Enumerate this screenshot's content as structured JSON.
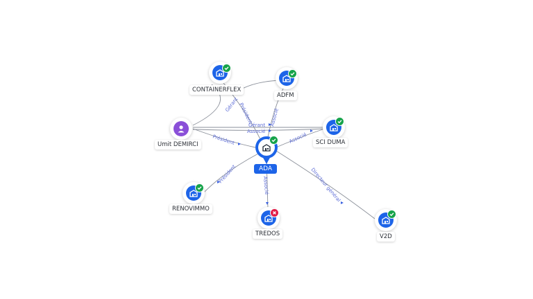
{
  "center": {
    "label": "ADA",
    "icon": "building-icon",
    "status": "active"
  },
  "nodes": [
    {
      "id": "containerflex",
      "label": "CONTAINERFLEX",
      "icon": "building-icon",
      "status": "active"
    },
    {
      "id": "adfm",
      "label": "ADFM",
      "icon": "building-icon",
      "status": "active"
    },
    {
      "id": "umit",
      "label": "Umit DEMIRCI",
      "icon": "person-icon",
      "status": ""
    },
    {
      "id": "sciduma",
      "label": "SCI DUMA",
      "icon": "building-icon",
      "status": "active"
    },
    {
      "id": "renovimmo",
      "label": "RENOVIMMO",
      "icon": "building-icon",
      "status": "active"
    },
    {
      "id": "tredos",
      "label": "TREDOS",
      "icon": "building-icon",
      "status": "closed"
    },
    {
      "id": "v2d",
      "label": "V2D",
      "icon": "building-icon",
      "status": "active"
    }
  ],
  "edges": [
    {
      "id": "umit-containerflex",
      "label": "Gérant"
    },
    {
      "id": "umit-ada-1",
      "label": "Président"
    },
    {
      "id": "umit-sciduma",
      "label": "Gérant"
    },
    {
      "id": "umit-sciduma-2",
      "label": "Associé"
    },
    {
      "id": "umit-ada-2",
      "label": "Président"
    },
    {
      "id": "ada-adfm",
      "label": "Associé"
    },
    {
      "id": "ada-sciduma",
      "label": "Associé"
    },
    {
      "id": "ada-renovimmo",
      "label": "Président"
    },
    {
      "id": "ada-tredos",
      "label": "Associé"
    },
    {
      "id": "ada-v2d",
      "label": "Directeur général"
    }
  ],
  "colors": {
    "accent": "#1d64e8",
    "person": "#8a4fd8",
    "active": "#16a34a",
    "closed": "#e11d48",
    "edge_label": "#5b6bd6"
  }
}
